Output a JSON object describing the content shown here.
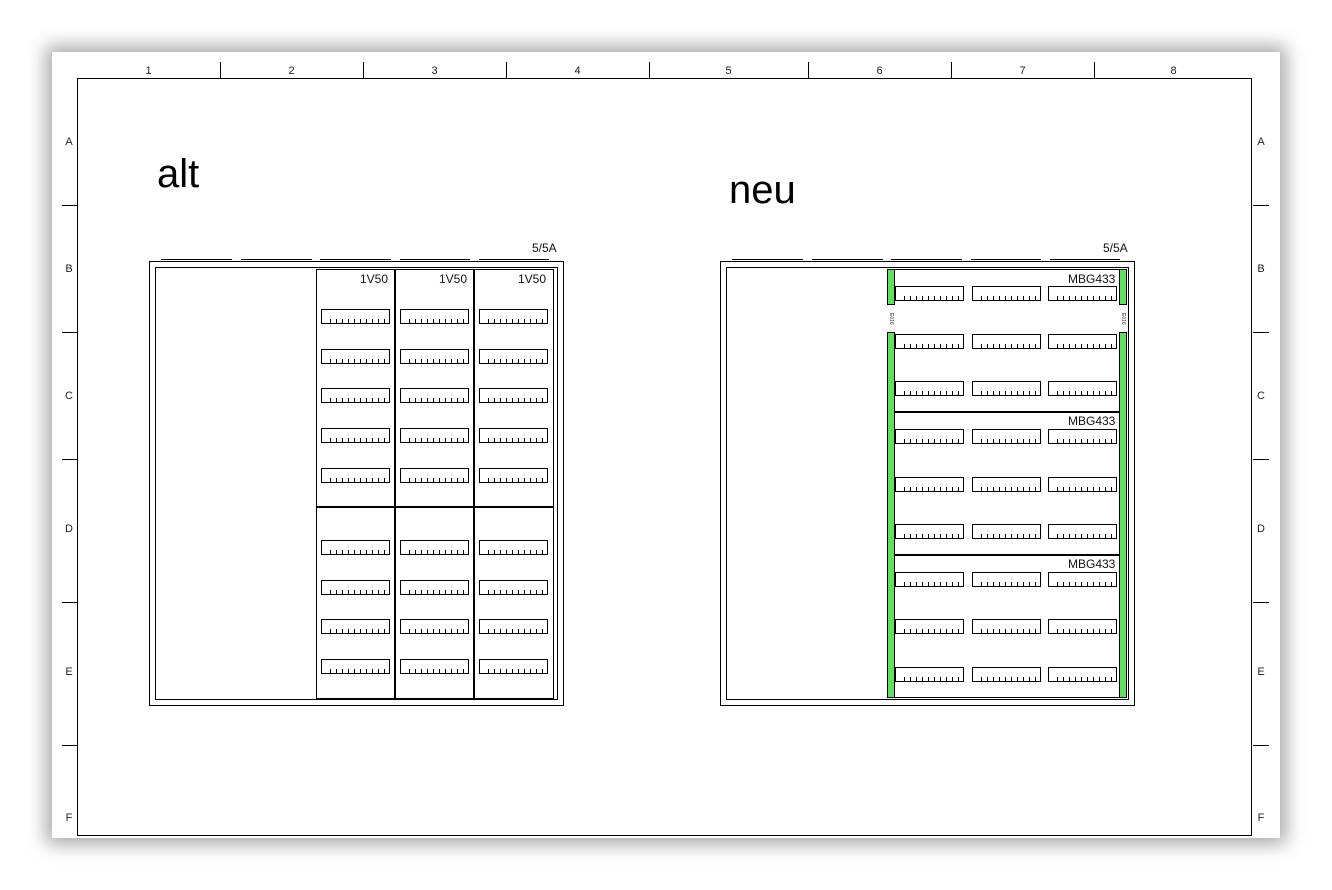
{
  "columns": [
    "1",
    "2",
    "3",
    "4",
    "5",
    "6",
    "7",
    "8"
  ],
  "rows": [
    "A",
    "B",
    "C",
    "D",
    "E",
    "F"
  ],
  "left_panel": {
    "title": "alt",
    "rating": "5/5A",
    "field_labels": [
      "1V50",
      "1V50",
      "1V50"
    ]
  },
  "right_panel": {
    "title": "neu",
    "rating": "5/5A",
    "module_labels": [
      "MBG433",
      "MBG433",
      "MBG433"
    ],
    "strip_label": "E016"
  }
}
